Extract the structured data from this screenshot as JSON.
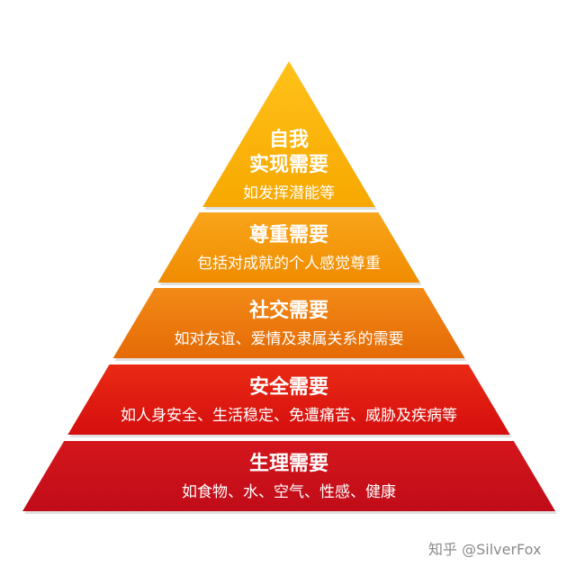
{
  "levels": [
    {
      "title_lines": [
        "自我",
        "实现需要"
      ],
      "description": "如发挥潜能等",
      "color_top": "#ffc21a",
      "color_bottom": "#f7a800"
    },
    {
      "title_lines": [
        "尊重需要"
      ],
      "description": "包括对成就的个人感觉尊重",
      "color_top": "#f9a51a",
      "color_bottom": "#f08c00"
    },
    {
      "title_lines": [
        "社交需要"
      ],
      "description": "如对友谊、爱情及隶属关系的需要",
      "color_top": "#f28a16",
      "color_bottom": "#e56a06"
    },
    {
      "title_lines": [
        "安全需要"
      ],
      "description": "如人身安全、生活稳定、免遭痛苦、威胁及疾病等",
      "color_top": "#ea2a14",
      "color_bottom": "#d50e0e"
    },
    {
      "title_lines": [
        "生理需要"
      ],
      "description": "如食物、水、空气、性感、健康",
      "color_top": "#d4161c",
      "color_bottom": "#c00c18"
    }
  ],
  "watermark": "知乎 @SilverFox"
}
